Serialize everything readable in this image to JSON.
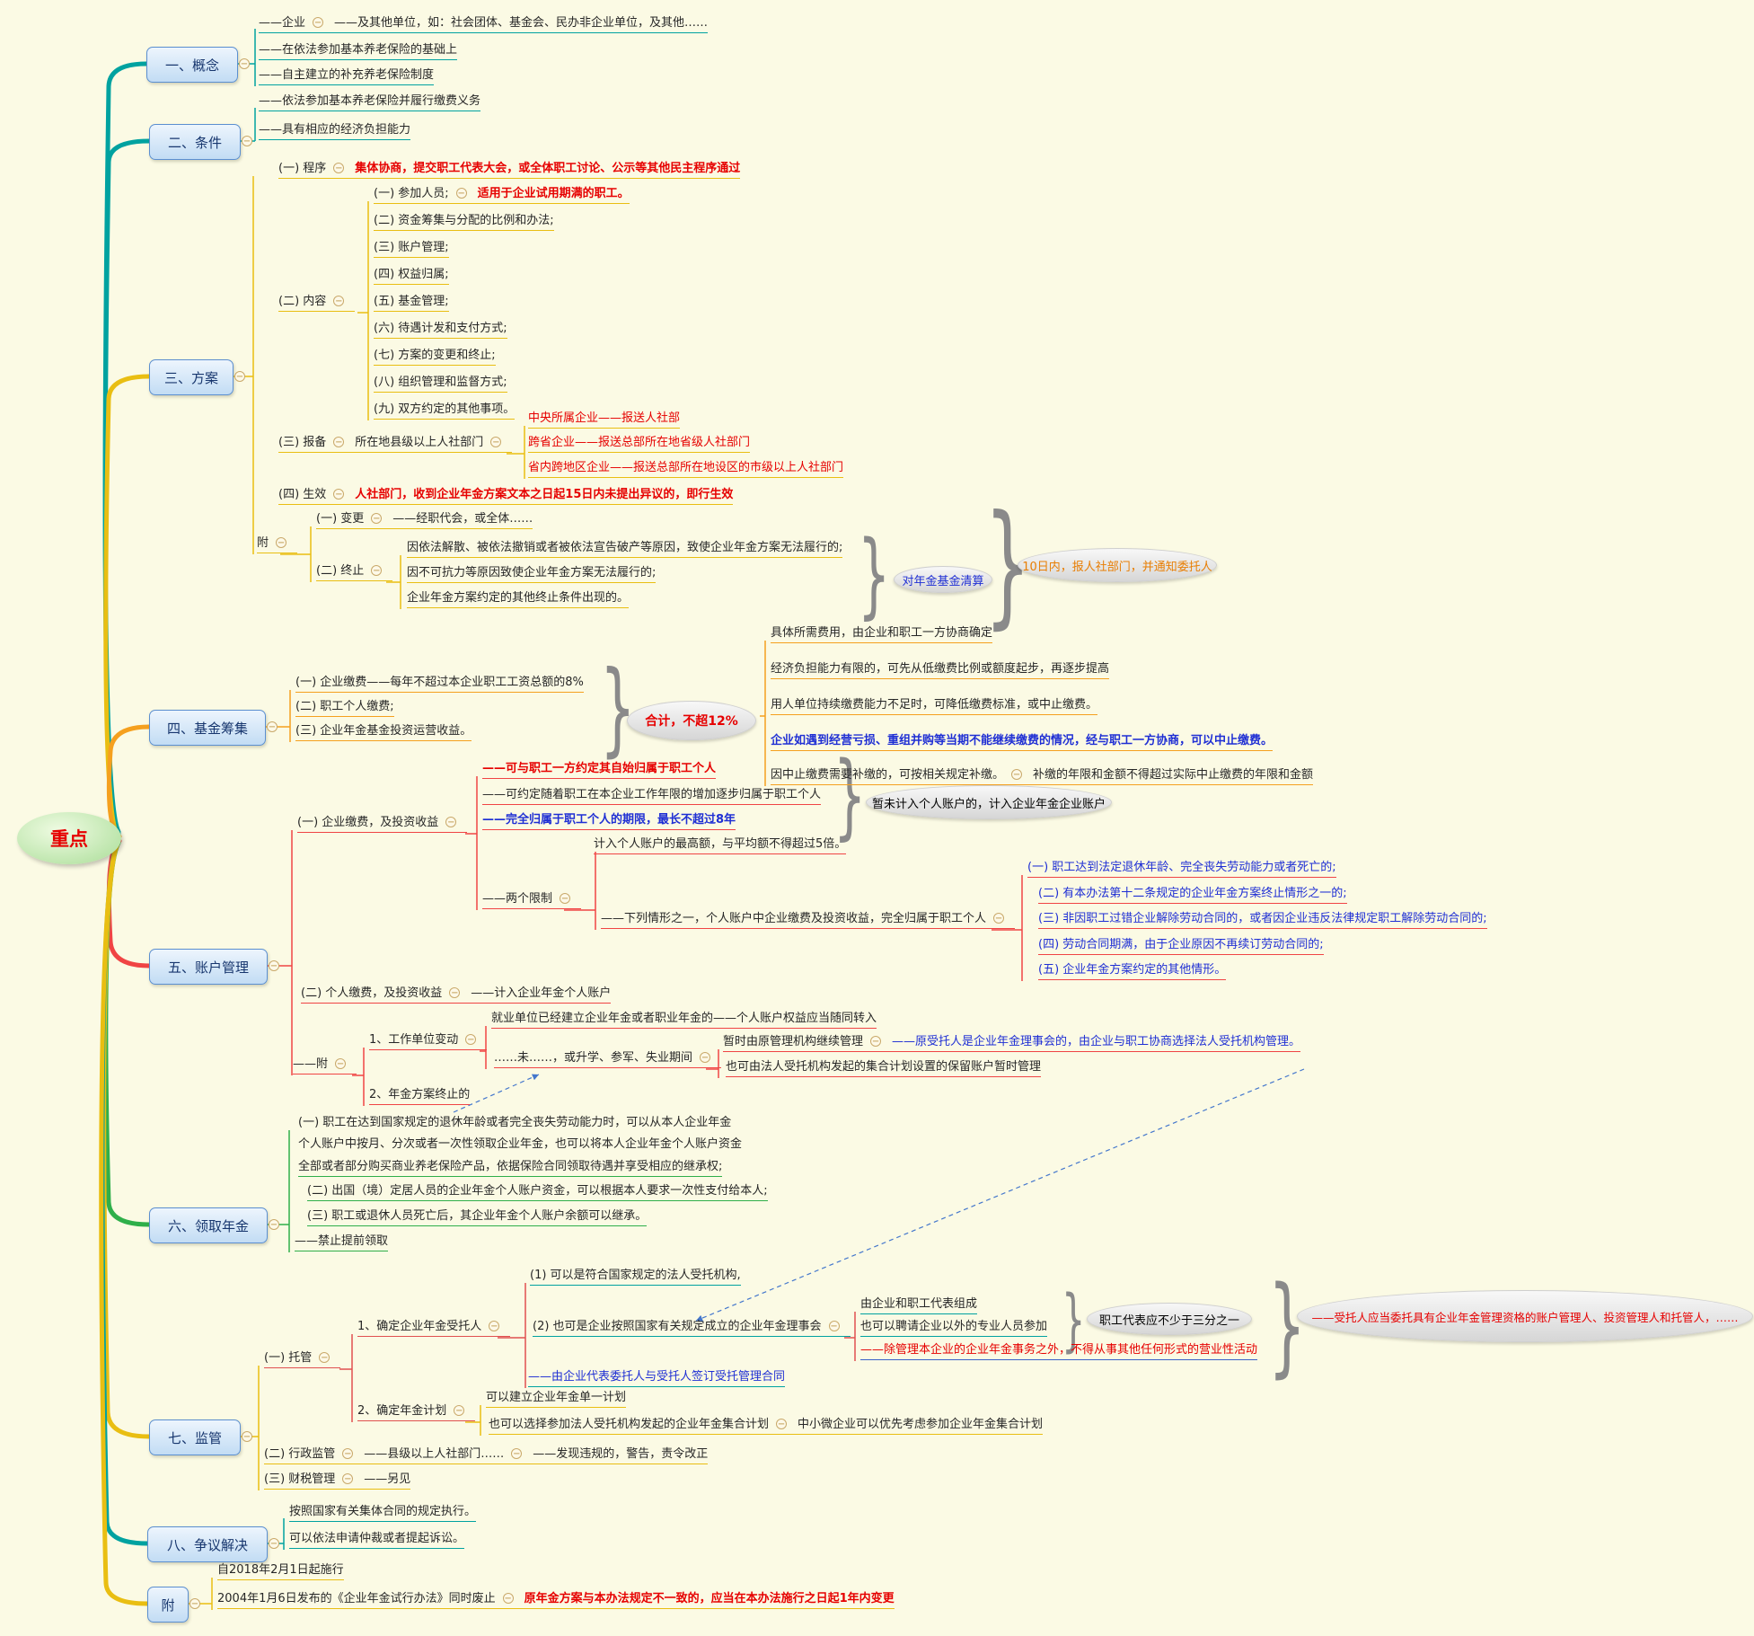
{
  "root": {
    "label": "重点"
  },
  "colors": {
    "teal": "#00A2A0",
    "yellow": "#E9BE12",
    "orange": "#F5A01E",
    "red": "#F04444",
    "green": "#2FAF4A",
    "blue_line": "#3A62C8",
    "redk": "#E05050",
    "text_red": "#E60000",
    "text_blue": "#1F2FD4",
    "text_orange": "#E87E04",
    "bg": "#FBFAE4"
  },
  "branches": [
    {
      "label": "一、概念"
    },
    {
      "label": "二、条件"
    },
    {
      "label": "三、方案"
    },
    {
      "label": "四、基金筹集"
    },
    {
      "label": "五、账户管理"
    },
    {
      "label": "六、领取年金"
    },
    {
      "label": "七、监管"
    },
    {
      "label": "八、争议解决"
    },
    {
      "label": "附"
    }
  ],
  "rows": [
    {
      "name": "concept-enterprise-and-other-units",
      "branch": "teal",
      "parts": [
        {
          "text": "——企业"
        },
        {
          "icon": "minus"
        },
        {
          "text": "——及其他单位，如：社会团体、基金会、民办非企业单位，及其他……"
        }
      ]
    },
    {
      "name": "concept-basic-pension-basis",
      "branch": "teal",
      "parts": [
        {
          "text": "——在依法参加基本养老保险的基础上"
        }
      ]
    },
    {
      "name": "concept-supplementary-system",
      "branch": "teal",
      "parts": [
        {
          "text": "——自主建立的补充养老保险制度"
        }
      ]
    },
    {
      "name": "condition-pay-obligation",
      "branch": "teal",
      "parts": [
        {
          "text": "——依法参加基本养老保险并履行缴费义务"
        }
      ]
    },
    {
      "name": "condition-economic-capacity",
      "branch": "teal",
      "parts": [
        {
          "text": "——具有相应的经济负担能力"
        }
      ]
    },
    {
      "name": "plan-procedure",
      "branch": "yellow",
      "parts": [
        {
          "text": "(一) 程序"
        },
        {
          "icon": "minus"
        },
        {
          "text": "集体协商，提交职工代表大会，或全体职工讨论、公示等其他民主程序通过",
          "color": "red",
          "bold": true
        }
      ]
    },
    {
      "name": "plan-content-participants",
      "branch": "yellow",
      "parts": [
        {
          "text": "(一) 参加人员;"
        },
        {
          "icon": "minus"
        },
        {
          "text": "适用于企业试用期满的职工。",
          "color": "red",
          "bold": true
        }
      ]
    },
    {
      "name": "plan-content-funding",
      "branch": "yellow",
      "parts": [
        {
          "text": "(二) 资金筹集与分配的比例和办法;"
        }
      ]
    },
    {
      "name": "plan-content-account",
      "branch": "yellow",
      "parts": [
        {
          "text": "(三) 账户管理;"
        }
      ]
    },
    {
      "name": "plan-content-rights",
      "branch": "yellow",
      "parts": [
        {
          "text": "(四) 权益归属;"
        }
      ]
    },
    {
      "name": "plan-content",
      "branch": "yellow",
      "parts": [
        {
          "text": "(二) 内容"
        },
        {
          "icon": "minus"
        }
      ]
    },
    {
      "name": "plan-content-fund-mgmt",
      "branch": "yellow",
      "parts": [
        {
          "text": "(五) 基金管理;"
        }
      ]
    },
    {
      "name": "plan-content-benefit-payment",
      "branch": "yellow",
      "parts": [
        {
          "text": "(六) 待遇计发和支付方式;"
        }
      ]
    },
    {
      "name": "plan-content-change-termination",
      "branch": "yellow",
      "parts": [
        {
          "text": "(七) 方案的变更和终止;"
        }
      ]
    },
    {
      "name": "plan-content-org-supervision",
      "branch": "yellow",
      "parts": [
        {
          "text": "(八) 组织管理和监督方式;"
        }
      ]
    },
    {
      "name": "plan-content-other-matters",
      "branch": "yellow",
      "parts": [
        {
          "text": "(九) 双方约定的其他事项。"
        }
      ]
    },
    {
      "name": "plan-filing",
      "branch": "yellow",
      "parts": [
        {
          "text": "(三) 报备"
        },
        {
          "icon": "minus"
        },
        {
          "text": "所在地县级以上人社部门"
        },
        {
          "icon": "minus"
        }
      ]
    },
    {
      "name": "plan-filing-central",
      "branch": "yellow",
      "parts": [
        {
          "text": "中央所属企业——报送人社部",
          "color": "red"
        }
      ]
    },
    {
      "name": "plan-filing-cross-province",
      "branch": "yellow",
      "parts": [
        {
          "text": "跨省企业——报送总部所在地省级人社部门",
          "color": "red"
        }
      ]
    },
    {
      "name": "plan-filing-within-province",
      "branch": "yellow",
      "parts": [
        {
          "text": "省内跨地区企业——报送总部所在地设区的市级以上人社部门",
          "color": "red"
        }
      ]
    },
    {
      "name": "plan-effective",
      "branch": "yellow",
      "parts": [
        {
          "text": "(四) 生效"
        },
        {
          "icon": "minus"
        },
        {
          "text": "人社部门，收到企业年金方案文本之日起15日内未提出异议的，即行生效",
          "color": "red",
          "bold": true
        }
      ]
    },
    {
      "name": "plan-appendix",
      "branch": "yellow",
      "parts": [
        {
          "text": "附"
        },
        {
          "icon": "minus"
        }
      ]
    },
    {
      "name": "plan-change",
      "branch": "yellow",
      "parts": [
        {
          "text": "(一) 变更"
        },
        {
          "icon": "minus"
        },
        {
          "text": "——经职代会，或全体……"
        }
      ]
    },
    {
      "name": "plan-termination",
      "branch": "yellow",
      "parts": [
        {
          "text": "(二) 终止"
        },
        {
          "icon": "minus"
        }
      ]
    },
    {
      "name": "plan-termination-dissolution",
      "branch": "yellow",
      "parts": [
        {
          "text": "因依法解散、被依法撤销或者被依法宣告破产等原因，致使企业年金方案无法履行的;"
        }
      ]
    },
    {
      "name": "plan-termination-force-majeure",
      "branch": "yellow",
      "parts": [
        {
          "text": "因不可抗力等原因致使企业年金方案无法履行的;"
        }
      ]
    },
    {
      "name": "plan-termination-other",
      "branch": "yellow",
      "parts": [
        {
          "text": "企业年金方案约定的其他终止条件出现的。"
        }
      ]
    },
    {
      "name": "fund-employer-contribution",
      "branch": "orange",
      "parts": [
        {
          "text": "(一) 企业缴费——每年不超过本企业职工工资总额的8%"
        }
      ]
    },
    {
      "name": "fund-employee-contribution",
      "branch": "orange",
      "parts": [
        {
          "text": "(二) 职工个人缴费;"
        }
      ]
    },
    {
      "name": "fund-investment-income",
      "branch": "orange",
      "parts": [
        {
          "text": "(三) 企业年金基金投资运营收益。"
        }
      ]
    },
    {
      "name": "fund-note-consultation",
      "branch": "orange",
      "parts": [
        {
          "text": "具体所需费用，由企业和职工一方协商确定"
        }
      ]
    },
    {
      "name": "fund-note-low-start",
      "branch": "orange",
      "parts": [
        {
          "text": "经济负担能力有限的，可先从低缴费比例或额度起步，再逐步提高"
        }
      ]
    },
    {
      "name": "fund-note-reduce-suspend",
      "branch": "orange",
      "parts": [
        {
          "text": "用人单位持续缴费能力不足时，可降低缴费标准，或中止缴费。"
        }
      ]
    },
    {
      "name": "fund-note-suspend-conditions",
      "branch": "orange",
      "parts": [
        {
          "text": "企业如遇到经营亏损、重组并购等当期不能继续缴费的情况，经与职工一方协商，可以中止缴费。",
          "color": "blue",
          "bold": true
        }
      ]
    },
    {
      "name": "fund-note-makeup",
      "branch": "orange",
      "parts": [
        {
          "text": "因中止缴费需要补缴的，可按相关规定补缴。"
        },
        {
          "icon": "minus"
        },
        {
          "text": "补缴的年限和金额不得超过实际中止缴费的年限和金额"
        }
      ]
    },
    {
      "name": "account-employer-contribution",
      "branch": "red",
      "parts": [
        {
          "text": "(一) 企业缴费，及投资收益"
        },
        {
          "icon": "minus"
        }
      ]
    },
    {
      "name": "account-vesting-immediate",
      "branch": "red",
      "parts": [
        {
          "text": "——可与职工一方约定其自始归属于职工个人",
          "color": "red",
          "bold": true
        }
      ]
    },
    {
      "name": "account-vesting-gradual",
      "branch": "red",
      "parts": [
        {
          "text": "——可约定随着职工在本企业工作年限的增加逐步归属于职工个人"
        }
      ]
    },
    {
      "name": "account-vesting-8-years",
      "branch": "red",
      "parts": [
        {
          "text": "——完全归属于职工个人的期限，最长不超过8年",
          "color": "blue",
          "bold": true
        }
      ]
    },
    {
      "name": "account-limit-5x",
      "branch": "red",
      "parts": [
        {
          "text": "计入个人账户的最高额，与平均额不得超过5倍。"
        }
      ]
    },
    {
      "name": "account-two-limits",
      "branch": "red",
      "parts": [
        {
          "text": "——两个限制"
        },
        {
          "icon": "minus"
        }
      ]
    },
    {
      "name": "account-full-vesting-cases",
      "branch": "red",
      "parts": [
        {
          "text": "——下列情形之一，个人账户中企业缴费及投资收益，完全归属于职工个人"
        },
        {
          "icon": "minus"
        }
      ]
    },
    {
      "name": "account-case-retirement",
      "branch": "red",
      "parts": [
        {
          "text": "(一) 职工达到法定退休年龄、完全丧失劳动能力或者死亡的;",
          "color": "blue"
        }
      ]
    },
    {
      "name": "account-case-plan-termination",
      "branch": "red",
      "parts": [
        {
          "text": "(二) 有本办法第十二条规定的企业年金方案终止情形之一的;",
          "color": "blue"
        }
      ]
    },
    {
      "name": "account-case-contract-rescission",
      "branch": "red",
      "parts": [
        {
          "text": "(三) 非因职工过错企业解除劳动合同的，或者因企业违反法律规定职工解除劳动合同的;",
          "color": "blue"
        }
      ]
    },
    {
      "name": "account-case-contract-expiry",
      "branch": "red",
      "parts": [
        {
          "text": "(四) 劳动合同期满，由于企业原因不再续订劳动合同的;",
          "color": "blue"
        }
      ]
    },
    {
      "name": "account-case-other",
      "branch": "red",
      "parts": [
        {
          "text": "(五) 企业年金方案约定的其他情形。",
          "color": "blue"
        }
      ]
    },
    {
      "name": "account-personal-contribution",
      "branch": "red",
      "parts": [
        {
          "text": "(二) 个人缴费，及投资收益"
        },
        {
          "icon": "minus"
        },
        {
          "text": "——计入企业年金个人账户"
        }
      ]
    },
    {
      "name": "account-appendix",
      "branch": "red",
      "parts": [
        {
          "text": "——附"
        },
        {
          "icon": "minus"
        }
      ]
    },
    {
      "name": "account-job-change",
      "branch": "red",
      "parts": [
        {
          "text": "1、工作单位变动"
        },
        {
          "icon": "minus"
        }
      ]
    },
    {
      "name": "account-transfer-with-job",
      "branch": "red",
      "parts": [
        {
          "text": "就业单位已经建立企业年金或者职业年金的——个人账户权益应当随同转入"
        }
      ]
    },
    {
      "name": "account-no-new-employer",
      "branch": "red",
      "parts": [
        {
          "text": "……未……，或升学、参军、失业期间"
        },
        {
          "icon": "minus"
        }
      ]
    },
    {
      "name": "account-original-manager",
      "branch": "red",
      "parts": [
        {
          "text": "暂时由原管理机构继续管理"
        },
        {
          "icon": "minus"
        },
        {
          "text": "——原受托人是企业年金理事会的，由企业与职工协商选择法人受托机构管理。",
          "color": "blue"
        }
      ]
    },
    {
      "name": "account-retention-account",
      "branch": "red",
      "parts": [
        {
          "text": "也可由法人受托机构发起的集合计划设置的保留账户暂时管理"
        }
      ]
    },
    {
      "name": "account-plan-terminated",
      "branch": "red",
      "parts": [
        {
          "text": "2、年金方案终止的"
        }
      ]
    },
    {
      "name": "withdraw-item1-line1",
      "branch": "green",
      "ul": false,
      "parts": [
        {
          "text": "(一) 职工在达到国家规定的退休年龄或者完全丧失劳动能力时，可以从本人企业年金"
        }
      ]
    },
    {
      "name": "withdraw-item1-line2",
      "branch": "green",
      "ul": false,
      "parts": [
        {
          "text": "个人账户中按月、分次或者一次性领取企业年金，也可以将本人企业年金个人账户资金"
        }
      ]
    },
    {
      "name": "withdraw-item1-line3",
      "branch": "green",
      "parts": [
        {
          "text": "全部或者部分购买商业养老保险产品，依据保险合同领取待遇并享受相应的继承权;"
        }
      ]
    },
    {
      "name": "withdraw-emigration",
      "branch": "green",
      "parts": [
        {
          "text": "(二) 出国（境）定居人员的企业年金个人账户资金，可以根据本人要求一次性支付给本人;"
        }
      ]
    },
    {
      "name": "withdraw-death-inheritance",
      "branch": "green",
      "parts": [
        {
          "text": "(三) 职工或退休人员死亡后，其企业年金个人账户余额可以继承。"
        }
      ]
    },
    {
      "name": "withdraw-no-early",
      "branch": "green",
      "parts": [
        {
          "text": "——禁止提前领取"
        }
      ]
    },
    {
      "name": "trustee-legal-institution",
      "branch": "teal",
      "parts": [
        {
          "text": "(1) 可以是符合国家规定的法人受托机构,"
        }
      ]
    },
    {
      "name": "trustee-determine",
      "branch": "redk",
      "parts": [
        {
          "text": "1、确定企业年金受托人"
        },
        {
          "icon": "minus"
        }
      ]
    },
    {
      "name": "trustee-council",
      "branch": "teal",
      "parts": [
        {
          "text": "(2) 也可是企业按照国家有关规定成立的企业年金理事会"
        },
        {
          "icon": "minus"
        }
      ]
    },
    {
      "name": "council-composition",
      "branch": "teal",
      "parts": [
        {
          "text": "由企业和职工代表组成"
        }
      ]
    },
    {
      "name": "council-external-experts",
      "branch": "teal",
      "parts": [
        {
          "text": "也可以聘请企业以外的专业人员参加"
        }
      ]
    },
    {
      "name": "council-no-business",
      "branch": "blue_line",
      "parts": [
        {
          "text": "——除管理本企业的企业年金事务之外，不得从事其他任何形式的营业性活动",
          "color": "red"
        }
      ]
    },
    {
      "name": "trustee-contract",
      "branch": "teal",
      "parts": [
        {
          "text": "——由企业代表委托人与受托人签订受托管理合同",
          "color": "blue"
        }
      ]
    },
    {
      "name": "supervise-trusteeship",
      "branch": "redk",
      "parts": [
        {
          "text": "(一) 托管"
        },
        {
          "icon": "minus"
        }
      ]
    },
    {
      "name": "plan-determine",
      "branch": "redk",
      "parts": [
        {
          "text": "2、确定年金计划"
        },
        {
          "icon": "minus"
        }
      ]
    },
    {
      "name": "plan-single",
      "branch": "yellow",
      "parts": [
        {
          "text": "可以建立企业年金单一计划"
        }
      ]
    },
    {
      "name": "plan-collective",
      "branch": "yellow",
      "parts": [
        {
          "text": "也可以选择参加法人受托机构发起的企业年金集合计划"
        },
        {
          "icon": "minus"
        },
        {
          "text": "中小微企业可以优先考虑参加企业年金集合计划"
        }
      ]
    },
    {
      "name": "supervise-administrative",
      "branch": "yellow",
      "parts": [
        {
          "text": "(二) 行政监管"
        },
        {
          "icon": "minus"
        },
        {
          "text": "——县级以上人社部门……"
        },
        {
          "icon": "minus"
        },
        {
          "text": "——发现违规的，警告，责令改正"
        }
      ]
    },
    {
      "name": "supervise-fiscal-tax",
      "branch": "yellow",
      "parts": [
        {
          "text": "(三) 财税管理"
        },
        {
          "icon": "minus"
        },
        {
          "text": "——另见"
        }
      ]
    },
    {
      "name": "dispute-collective-contract",
      "branch": "teal",
      "parts": [
        {
          "text": "按照国家有关集体合同的规定执行。"
        }
      ]
    },
    {
      "name": "dispute-arbitration",
      "branch": "teal",
      "parts": [
        {
          "text": "可以依法申请仲裁或者提起诉讼。"
        }
      ]
    },
    {
      "name": "appendix-effective-date",
      "branch": "yellow",
      "parts": [
        {
          "text": "自2018年2月1日起施行"
        }
      ]
    },
    {
      "name": "appendix-repeal",
      "branch": "yellow",
      "parts": [
        {
          "text": "2004年1月6日发布的《企业年金试行办法》同时废止"
        },
        {
          "icon": "minus"
        },
        {
          "text": "原年金方案与本办法规定不一致的，应当在本办法施行之日起1年内变更",
          "color": "red",
          "bold": true
        }
      ]
    }
  ],
  "bubbles": [
    {
      "name": "callout-fund-liquidation",
      "text": "对年金基金清算",
      "color": "blue"
    },
    {
      "name": "callout-report-10-days",
      "text": "10日内，报人社部门，并通知委托人",
      "color": "orange"
    },
    {
      "name": "callout-total-cap-12",
      "text": "合计，不超12%",
      "color": "red",
      "bold": true
    },
    {
      "name": "callout-company-account",
      "text": "暂未计入个人账户的，计入企业年金企业账户"
    },
    {
      "name": "callout-one-third-reps",
      "text": "职工代表应不少于三分之一"
    },
    {
      "name": "callout-qualified-managers",
      "text": "——受托人应当委托具有企业年金管理资格的账户管理人、投资管理人和托管人，……",
      "color": "red"
    }
  ]
}
